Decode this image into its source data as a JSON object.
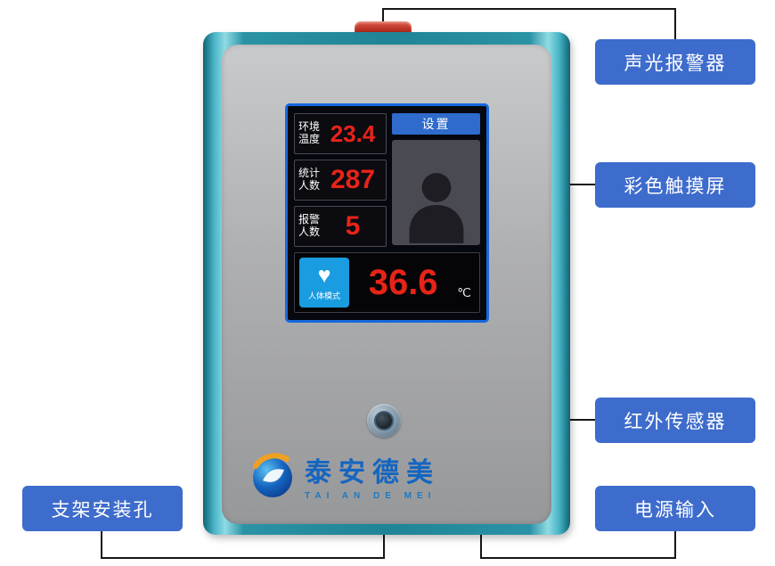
{
  "callouts": {
    "alarm": {
      "label": "声光报警器"
    },
    "screen": {
      "label": "彩色触摸屏"
    },
    "sensor": {
      "label": "红外传感器"
    },
    "power": {
      "label": "电源输入"
    },
    "bracket": {
      "label": "支架安装孔"
    }
  },
  "device": {
    "screen": {
      "settings_button": "设置",
      "stats": [
        {
          "label1": "环境",
          "label2": "温度",
          "value": "23.4"
        },
        {
          "label1": "统计",
          "label2": "人数",
          "value": "287"
        },
        {
          "label1": "报警",
          "label2": "人数",
          "value": "5"
        }
      ],
      "mode": {
        "heart_glyph": "♥",
        "label": "人体模式"
      },
      "temperature": {
        "value": "36.6",
        "unit": "℃"
      }
    },
    "logo": {
      "name": "泰安德美",
      "subtitle": "TAI AN DE MEI"
    }
  },
  "colors": {
    "callout_bg": "#3e6ccc",
    "screen_frame": "#1668de",
    "value_red": "#e82318",
    "mode_blue": "#1a9ce0",
    "device_teal": "#2a93a5",
    "alarm_red": "#a02418"
  }
}
